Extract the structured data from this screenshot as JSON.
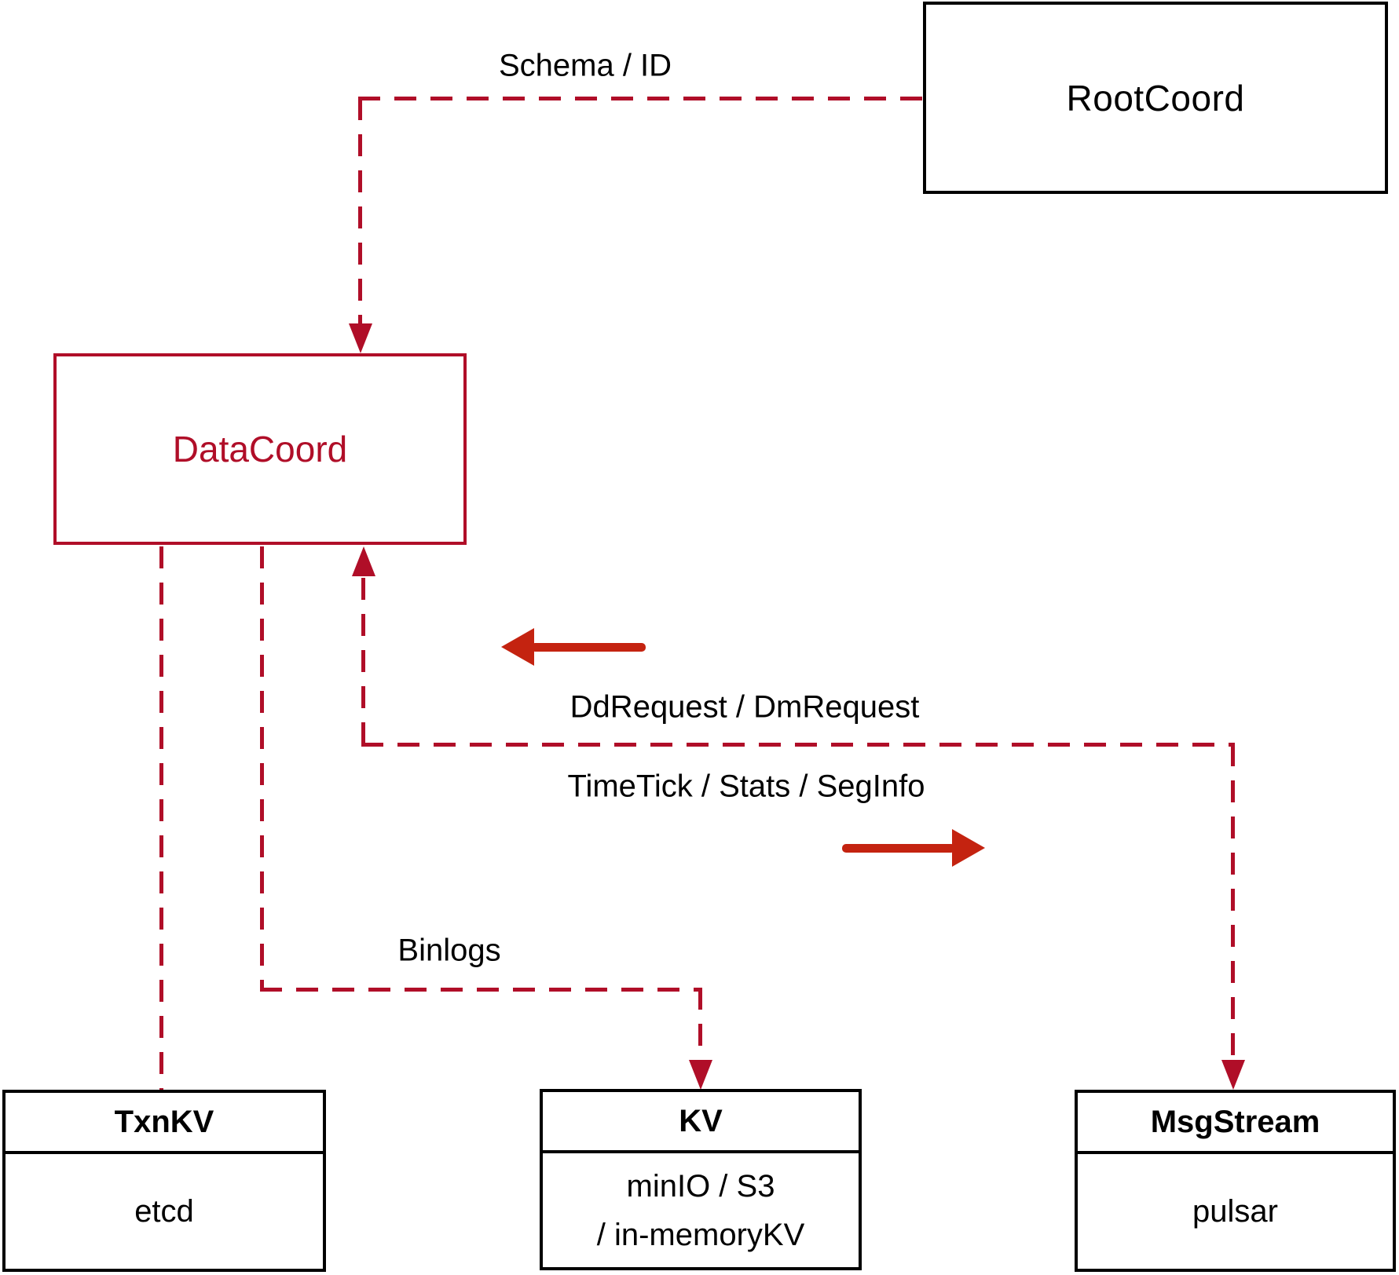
{
  "diagram": {
    "nodes": {
      "rootcoord": {
        "label": "RootCoord"
      },
      "datacoord": {
        "label": "DataCoord"
      },
      "txnkv": {
        "title": "TxnKV",
        "body": "etcd"
      },
      "kv": {
        "title": "KV",
        "body_line1": "minIO / S3",
        "body_line2": "/ in-memoryKV"
      },
      "msgstream": {
        "title": "MsgStream",
        "body": "pulsar"
      }
    },
    "edges": {
      "schema_id": {
        "label": "Schema / ID"
      },
      "dd_request": {
        "label": "DdRequest / DmRequest"
      },
      "time_tick": {
        "label": "TimeTick / Stats / SegInfo"
      },
      "binlogs": {
        "label": "Binlogs"
      }
    },
    "colors": {
      "dashed_line": "#b00e28",
      "solid_arrow": "#c42310",
      "datacoord_accent": "#b00e28",
      "box_border": "#000000"
    }
  }
}
